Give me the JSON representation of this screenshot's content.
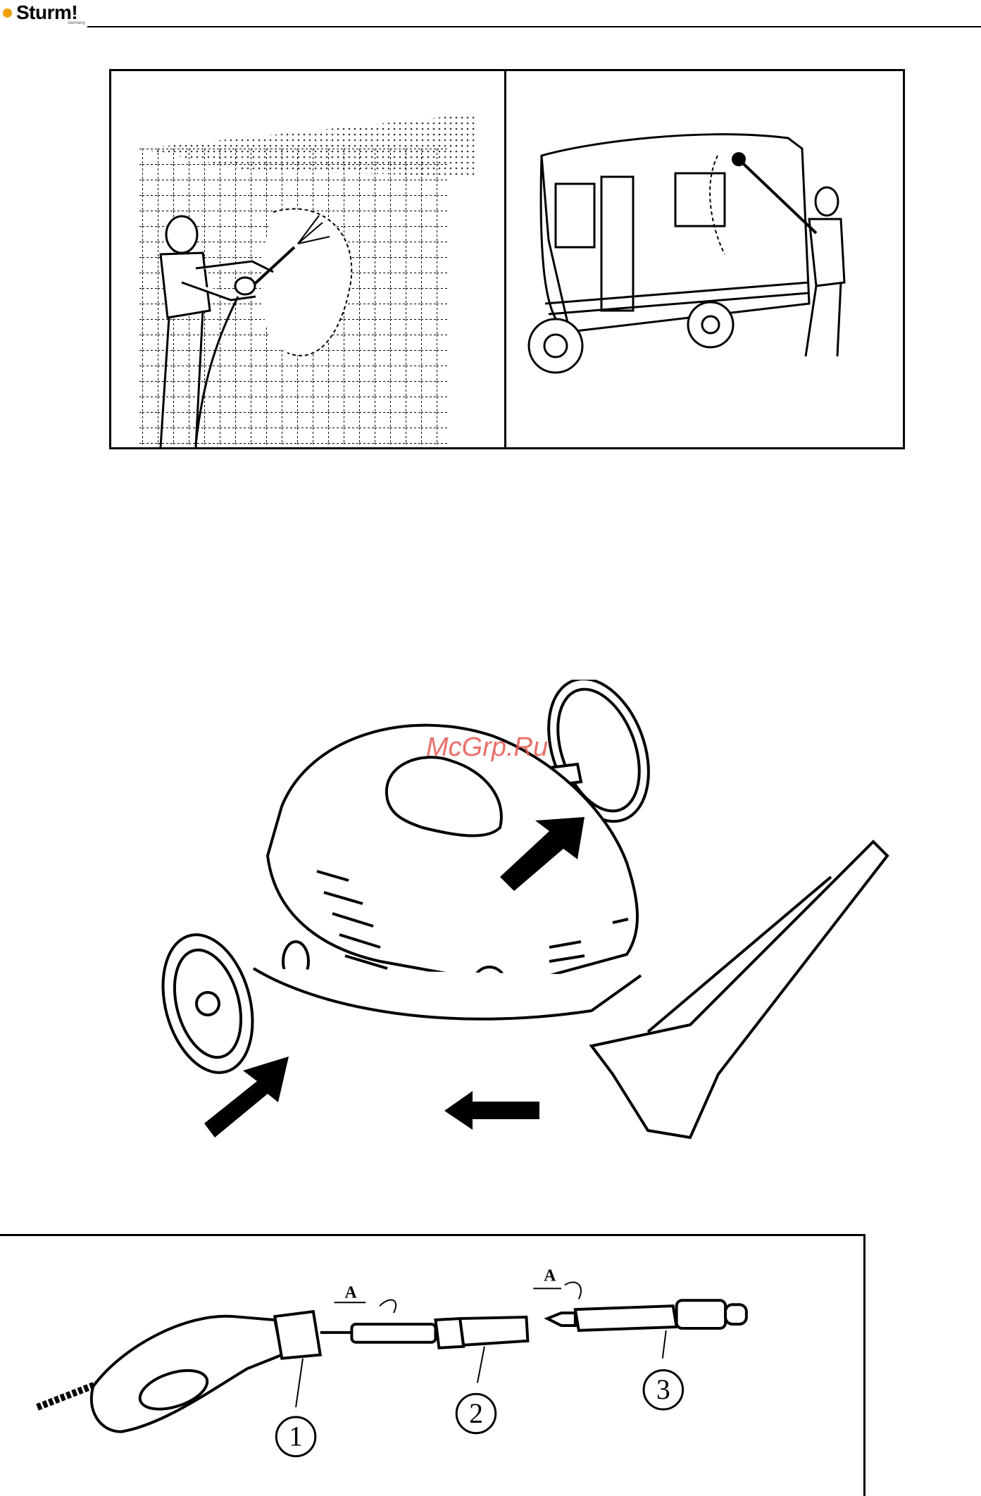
{
  "header": {
    "brand": "Sturm!",
    "brand_sub": "Germany"
  },
  "watermark": "McGrp.Ru",
  "figure_assembly": {
    "rotation_label_1": "A",
    "rotation_label_2": "A",
    "callouts": [
      "1",
      "2",
      "3"
    ]
  },
  "colors": {
    "brand_dot": "#f0a000",
    "watermark": "#e8564f",
    "line": "#000000"
  }
}
